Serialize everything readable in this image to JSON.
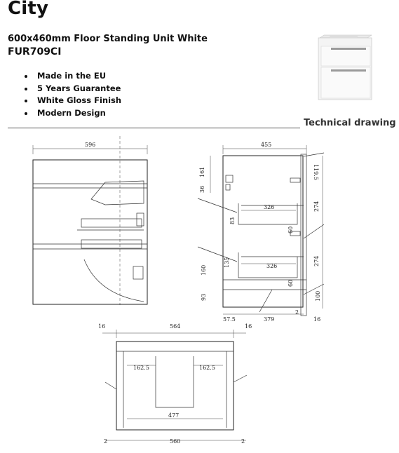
{
  "header": {
    "brand": "City",
    "subtitle": "600x460mm Floor Standing Unit White",
    "code": "FUR709CI"
  },
  "features": [
    "Made in the EU",
    "5 Years Guarantee",
    "White Gloss Finish",
    "Modern Design"
  ],
  "section_title": "Technical drawing",
  "drawing": {
    "front": {
      "width": "596"
    },
    "side": {
      "width": "455",
      "d161": "161",
      "d36": "36",
      "d83": "83",
      "d326a": "326",
      "d60a": "60",
      "d135": "135",
      "d160": "160",
      "d326b": "326",
      "d60b": "60",
      "d93": "93",
      "d57_5": "57.5",
      "d379": "379",
      "d2": "2",
      "d16": "16",
      "d119_5": "119.5",
      "d274a": "274",
      "d274b": "274",
      "d100": "100"
    },
    "top": {
      "d16l": "16",
      "d564": "564",
      "d16r": "16",
      "d162_5l": "162.5",
      "d162_5r": "162.5",
      "d477": "477",
      "d2l": "2",
      "d560": "560",
      "d2r": "2"
    }
  }
}
